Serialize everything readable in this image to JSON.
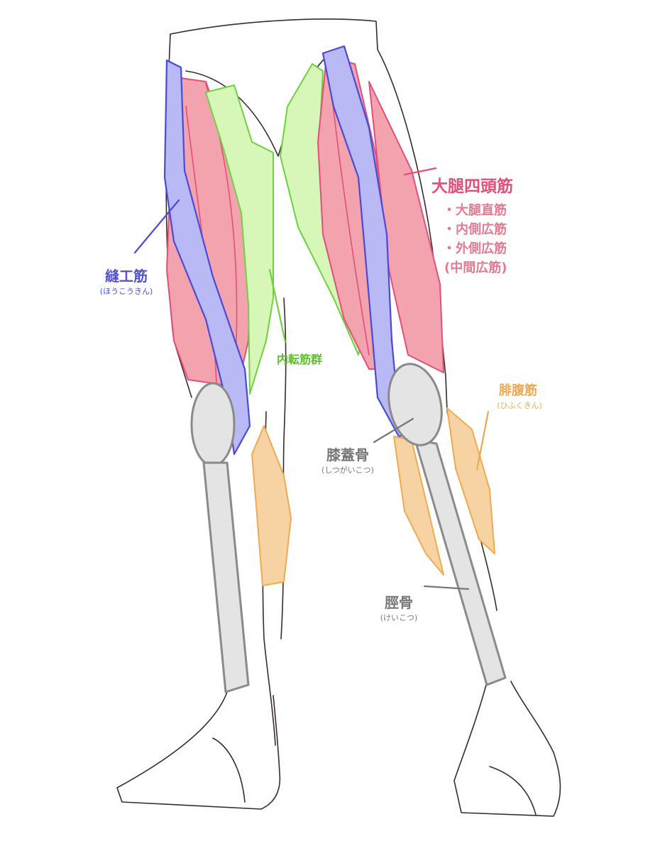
{
  "colors": {
    "quadriceps": "#e0507a",
    "sartorius": "#4a4ad8",
    "adductors": "#5cc02a",
    "gastrocnemius": "#f0a850",
    "bone": "#777777"
  },
  "labels": {
    "quadriceps": {
      "title": "大腿四頭筋",
      "items": [
        "・大腿直筋",
        "・内側広筋",
        "・外側広筋",
        "(中間広筋)"
      ]
    },
    "sartorius": {
      "title": "縫工筋",
      "reading": "(ほうこうきん)"
    },
    "adductors": {
      "title": "内転筋群"
    },
    "gastrocnemius": {
      "title": "腓腹筋",
      "reading": "(ひふくきん)"
    },
    "patella": {
      "title": "膝蓋骨",
      "reading": "(しつがいこつ)"
    },
    "tibia": {
      "title": "脛骨",
      "reading": "(けいこつ)"
    }
  }
}
